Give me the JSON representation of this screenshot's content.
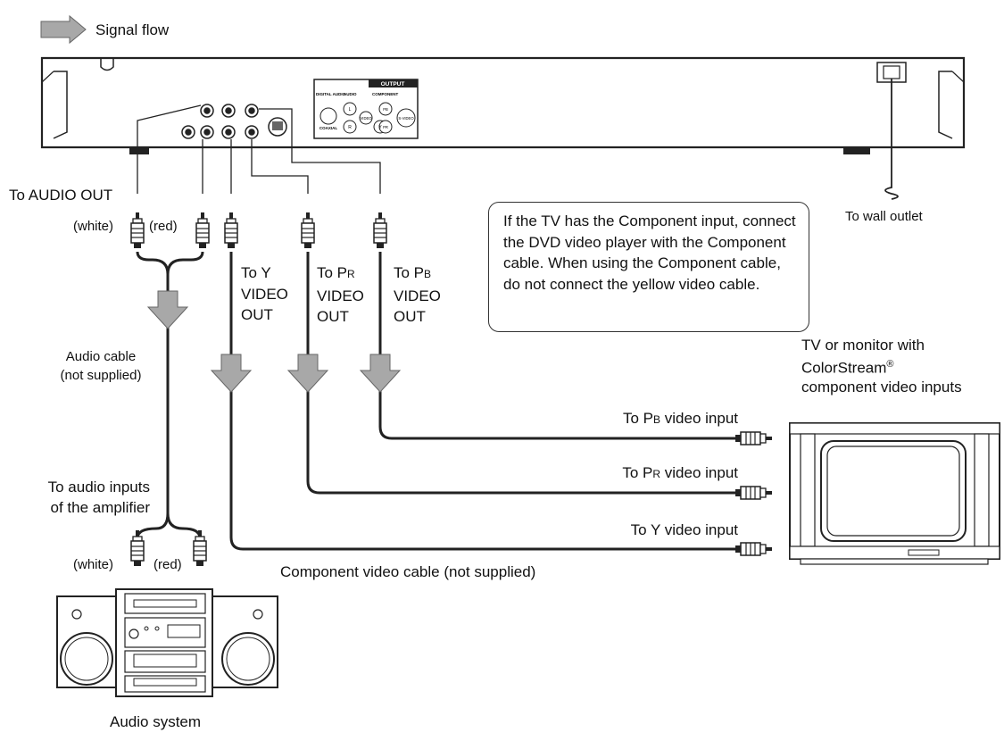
{
  "signal_flow": "Signal flow",
  "dvd_panel": {
    "output": "OUTPUT",
    "digital_audio": "DIGITAL AUDIO",
    "audio": "AUDIO",
    "component": "COMPONENT",
    "coaxial": "COAXIAL",
    "l": "L",
    "r": "R",
    "video": "VIDEO",
    "y": "Y",
    "pb": "PB",
    "pr": "PR",
    "s_video": "S-VIDEO"
  },
  "labels": {
    "audio_out": "To AUDIO OUT",
    "white": "(white)",
    "red": "(red)",
    "white2": "(white)",
    "red2": "(red)",
    "y_out": {
      "l1": "To Y",
      "l2": "VIDEO",
      "l3": "OUT"
    },
    "pr_out": {
      "pre": "To P",
      "sub": "R",
      "l2": "VIDEO",
      "l3": "OUT"
    },
    "pb_out": {
      "pre": "To P",
      "sub": "B",
      "l2": "VIDEO",
      "l3": "OUT"
    },
    "wall_outlet": "To wall outlet",
    "audio_cable": {
      "l1": "Audio cable",
      "l2": "(not supplied)"
    },
    "amp_inputs": {
      "l1": "To audio inputs",
      "l2": "of the amplifier"
    },
    "component_cable": "Component video cable (not supplied)",
    "pb_input": {
      "pre": "To P",
      "sub": "B",
      "post": " video input"
    },
    "pr_input": {
      "pre": "To P",
      "sub": "R",
      "post": " video input"
    },
    "y_input": "To Y video input",
    "tv": {
      "l1": "TV or monitor with",
      "l2": "ColorStream",
      "reg": "®",
      "l3": "component video inputs"
    },
    "audio_system": "Audio system"
  },
  "callout_text": "If the TV has the Component input, connect the DVD video player with the Component cable. When using the Component cable, do not connect the yellow video cable."
}
